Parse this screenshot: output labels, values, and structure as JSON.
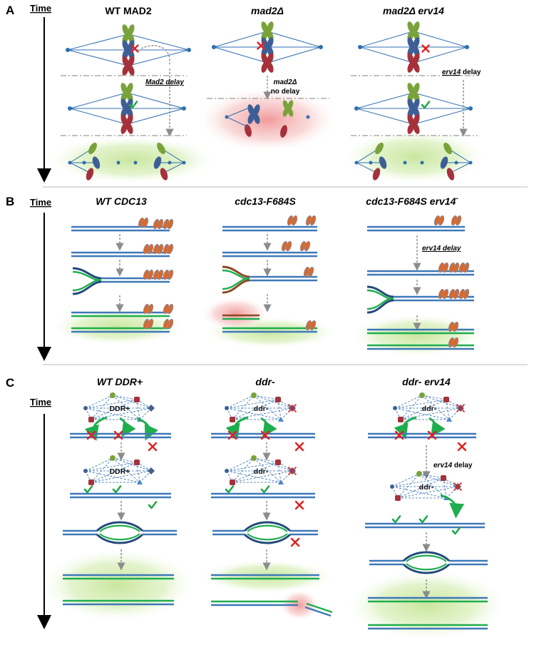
{
  "panels": [
    {
      "label": "A",
      "time_label": "Time",
      "columns": [
        {
          "title": "WT MAD2"
        },
        {
          "title": "mad2Δ"
        },
        {
          "title": "mad2Δ erv14"
        }
      ],
      "notes": {
        "mad2_delay": "Mad2 delay",
        "no_delay_1": "mad2Δ",
        "no_delay_2": "no delay",
        "erv14_delay_word": "erv14",
        "erv14_delay_suffix": " delay"
      }
    },
    {
      "label": "B",
      "time_label": "Time",
      "columns": [
        {
          "title": "WT CDC13"
        },
        {
          "title": "cdc13-F684S"
        },
        {
          "title": "cdc13-F684S erv14",
          "superscript": "-"
        }
      ],
      "notes": {
        "erv14_delay": "erv14 delay"
      }
    },
    {
      "label": "C",
      "time_label": "Time",
      "columns": [
        {
          "title": "WT DDR+"
        },
        {
          "title": "ddr-"
        },
        {
          "title": "ddr- erv14"
        }
      ],
      "notes": {
        "ddr_plus": "DDR+",
        "ddr_minus": "ddr-",
        "erv14_delay_word": "erv14",
        "erv14_delay_suffix": " delay"
      }
    }
  ],
  "colors": {
    "blue_chromosome": "#3e5f95",
    "green_chromosome": "#79a33a",
    "red_chromosome": "#a5313a",
    "spindle": "#2f6fb0",
    "dna_blue": "#3f79b8",
    "dna_green": "#1fae4e",
    "telomere_cap": "#d9692a",
    "check": "#22a84a",
    "cross": "#e0201f",
    "glow_green": "#c6e59a",
    "glow_red": "#f3a5a5"
  }
}
